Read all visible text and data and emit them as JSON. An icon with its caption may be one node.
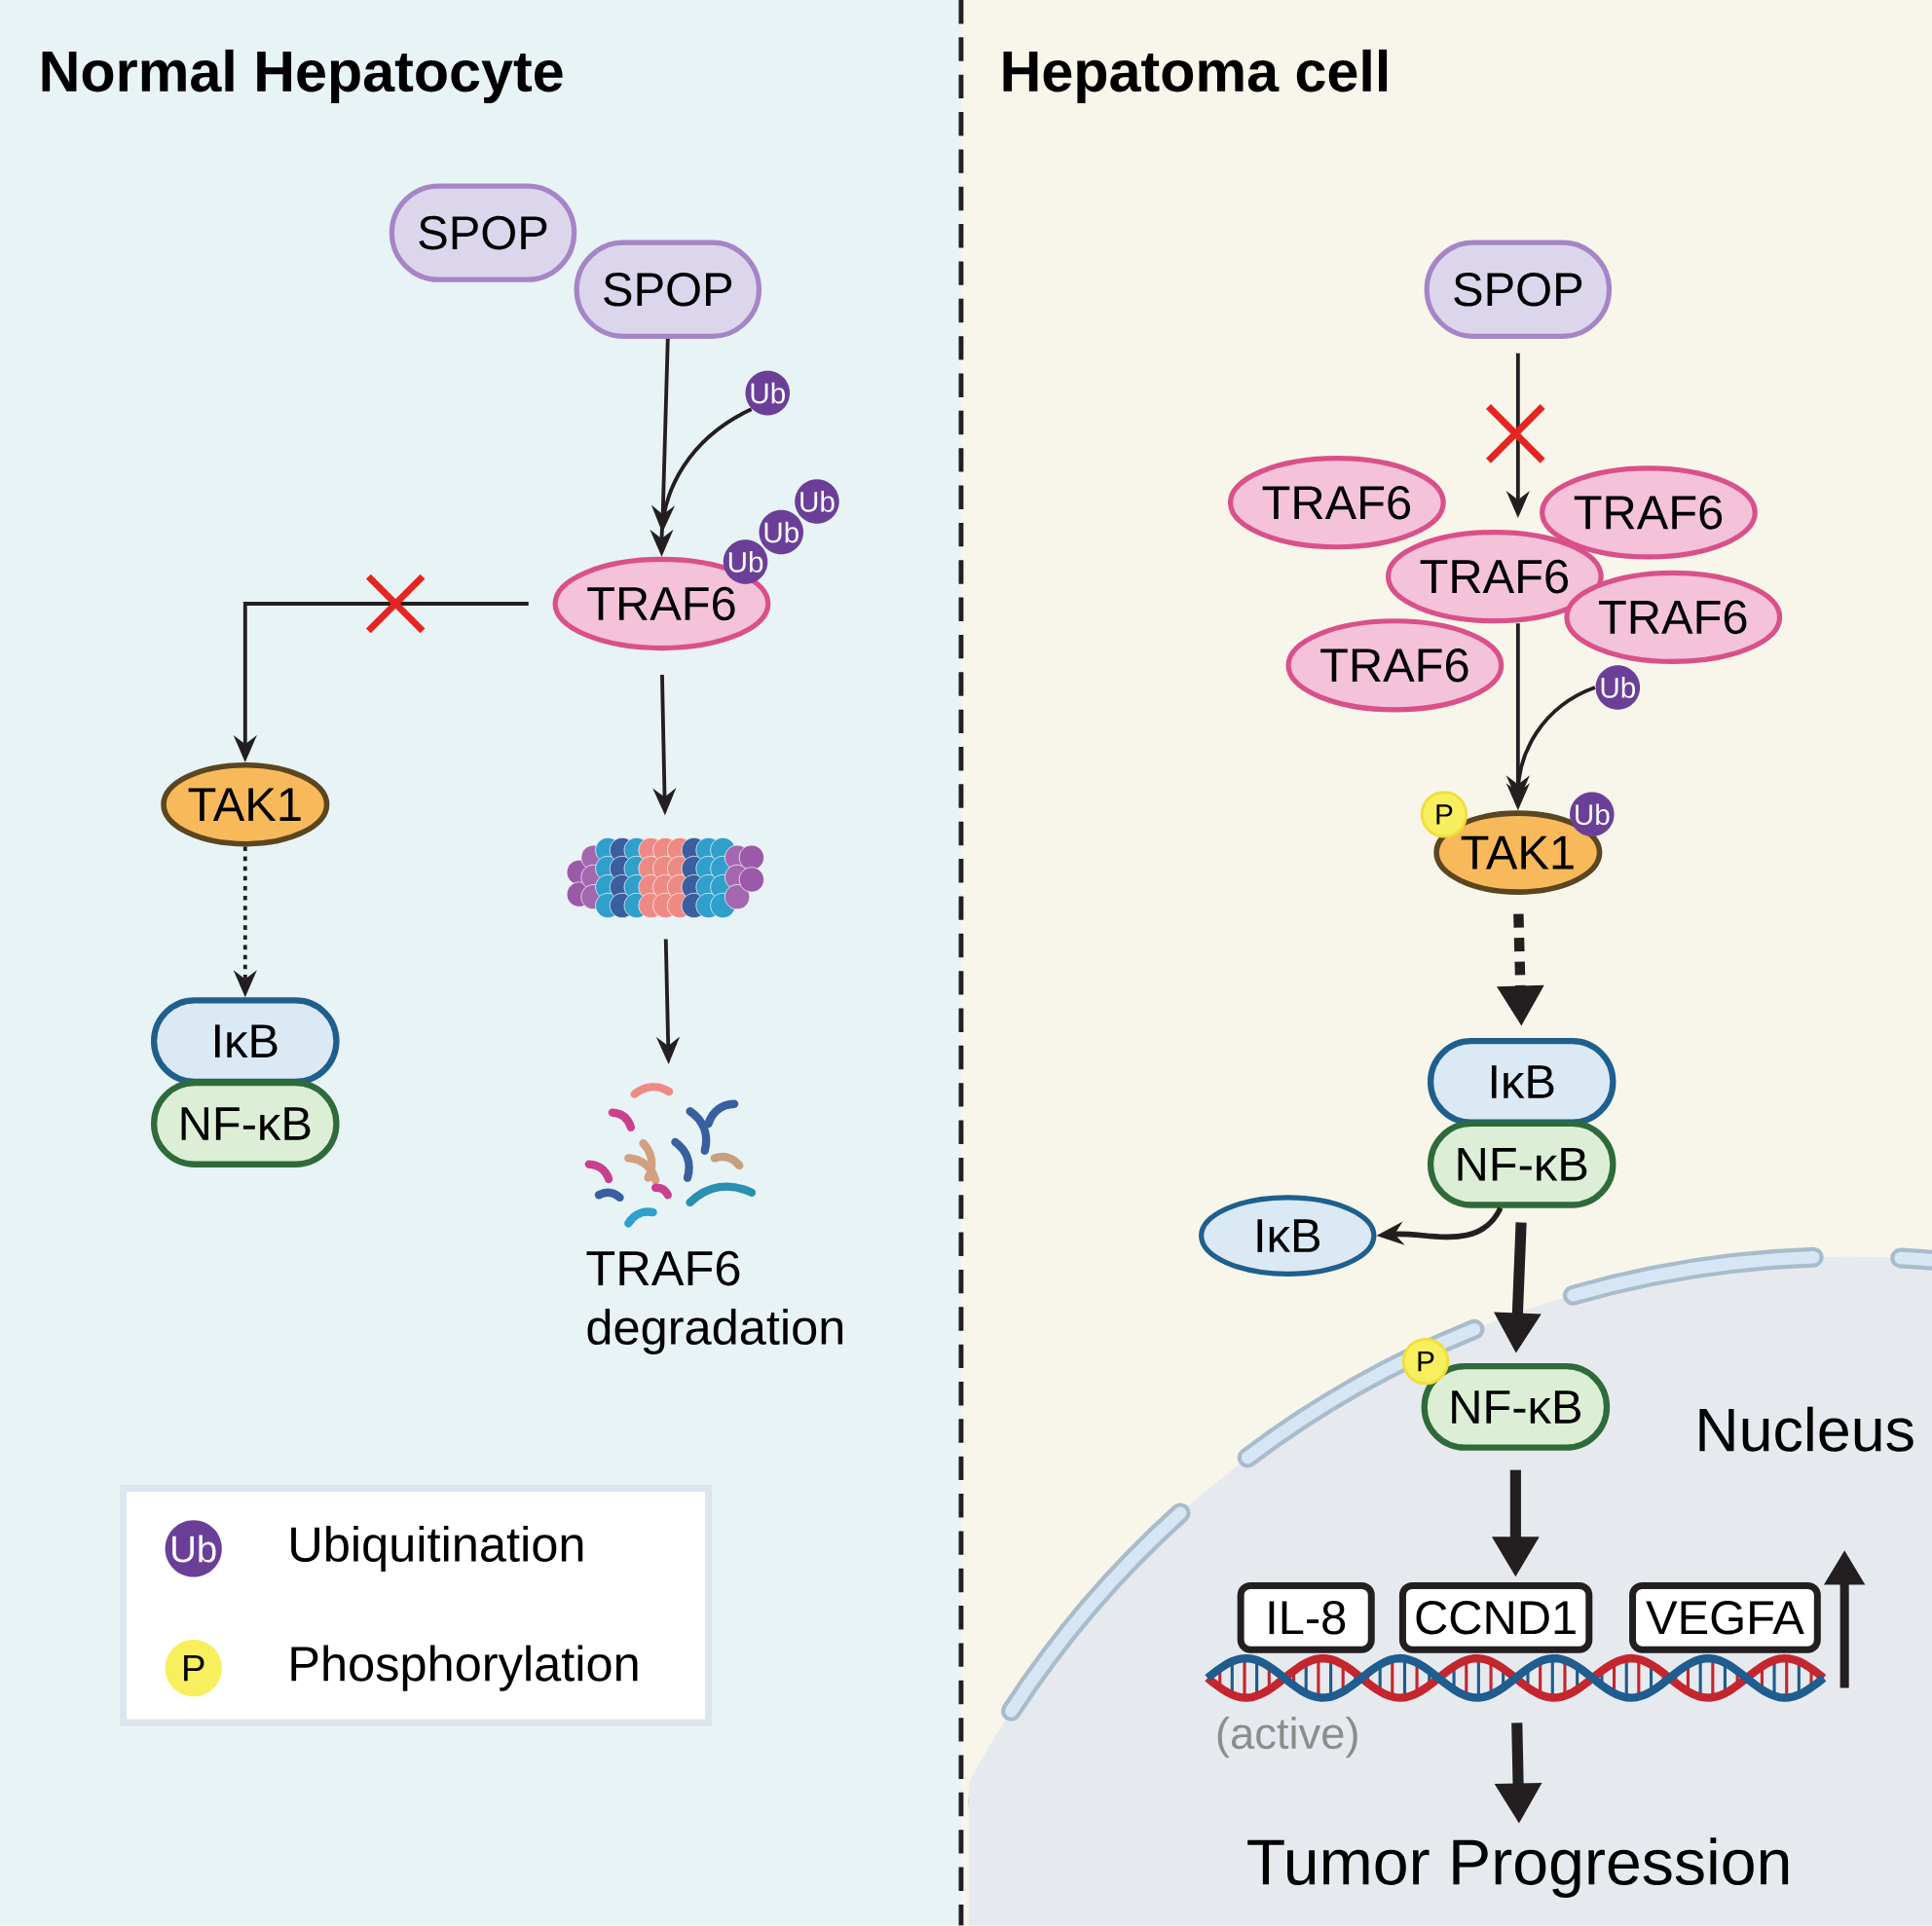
{
  "diagram": {
    "nodes": [
      {
        "text": [
          "SPOP"
        ]
      },
      {
        "text": [
          "SPOP"
        ]
      },
      {
        "text": [
          "Ub"
        ]
      },
      {
        "text": [
          "TRAF6"
        ]
      },
      {
        "text": [
          "Ub"
        ]
      },
      {
        "text": [
          "Ub"
        ]
      },
      {
        "text": [
          "Ub"
        ]
      },
      {
        "text": [
          "TAK1"
        ]
      },
      {
        "text": [
          "IκB"
        ]
      },
      {
        "text": [
          "NF-κB"
        ]
      },
      {
        "text": [],
        "shape": "picture"
      },
      {
        "text": [],
        "shape": "picture",
        "beside": [
          "TRAF6 degradation"
        ]
      },
      {
        "text": [
          "SPOP"
        ]
      },
      {
        "text": [
          "TRAF6"
        ]
      },
      {
        "text": [
          "TRAF6"
        ]
      },
      {
        "text": [
          "TRAF6"
        ]
      },
      {
        "text": [
          "TRAF6"
        ]
      },
      {
        "text": [
          "TRAF6"
        ]
      },
      {
        "text": [
          "Ub"
        ]
      },
      {
        "text": [
          "P"
        ]
      },
      {
        "text": [
          "TAK1"
        ]
      },
      {
        "text": [
          "Ub"
        ]
      },
      {
        "text": [
          "IκB"
        ]
      },
      {
        "text": [
          "NF-κB"
        ]
      },
      {
        "text": [
          "IκB"
        ]
      },
      {
        "text": [
          "Nucleus"
        ]
      },
      {
        "text": [
          "P"
        ],
        "in": 25
      },
      {
        "text": [
          "NF-κB"
        ],
        "in": 25
      },
      {
        "text": [
          "IL-8"
        ],
        "in": 25
      },
      {
        "text": [
          "CCND1"
        ],
        "in": 25
      },
      {
        "text": [
          "VEGFA"
        ],
        "in": 25
      },
      {
        "text": [],
        "shape": "picture",
        "in": 25,
        "beside": [
          "(active)"
        ]
      },
      {
        "text": [
          "Tumor Progression"
        ],
        "in": 25
      }
    ],
    "edges": [
      {
        "from": 1,
        "to": 3,
        "arrow": "to"
      },
      {
        "from": 2,
        "to": 3,
        "arrow": "to"
      },
      {
        "from": 3,
        "to": 7,
        "arrow": "to"
      },
      {
        "from": 7,
        "to": 8,
        "arrow": "to",
        "style": "dashed"
      },
      {
        "from": 3,
        "to": 10,
        "arrow": "to"
      },
      {
        "from": 10,
        "to": 11,
        "arrow": "to"
      },
      {
        "from": 12,
        "to": 15,
        "arrow": "to"
      },
      {
        "from": 15,
        "to": 20,
        "arrow": "to"
      },
      {
        "from": 18,
        "to": 20,
        "arrow": "to"
      },
      {
        "from": 20,
        "to": 22,
        "arrow": "to",
        "style": "dashed"
      },
      {
        "from": 23,
        "to": 24,
        "arrow": "to"
      },
      {
        "from": 23,
        "to": 27,
        "arrow": "to",
        "style": "thick"
      },
      {
        "from": 27,
        "to": 29,
        "arrow": "to",
        "style": "thick"
      },
      {
        "from": 31,
        "to": 32,
        "arrow": "to",
        "style": "thick"
      }
    ],
    "labels": [
      "Normal Hepatocyte",
      "Hepatoma cell",
      "Ub",
      "P"
    ],
    "legend": [
      {
        "text": "Ubiquitination",
        "color": "#6b3f98"
      },
      {
        "text": "Phosphorylation",
        "color": "#f7ef5e"
      }
    ]
  }
}
